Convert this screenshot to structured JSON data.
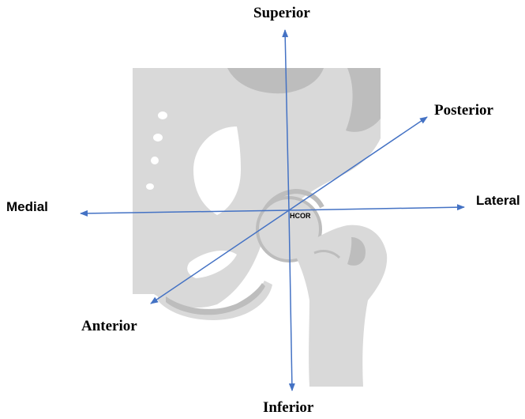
{
  "labels": {
    "superior": "Superior",
    "inferior": "Inferior",
    "medial": "Medial",
    "lateral": "Lateral",
    "posterior": "Posterior",
    "anterior": "Anterior",
    "center": "HCOR"
  },
  "colors": {
    "axis": "#4472c4",
    "bone": "#d9d9d9",
    "bone_shadow": "#bdbdbd",
    "background": "#ffffff",
    "text": "#000000"
  }
}
